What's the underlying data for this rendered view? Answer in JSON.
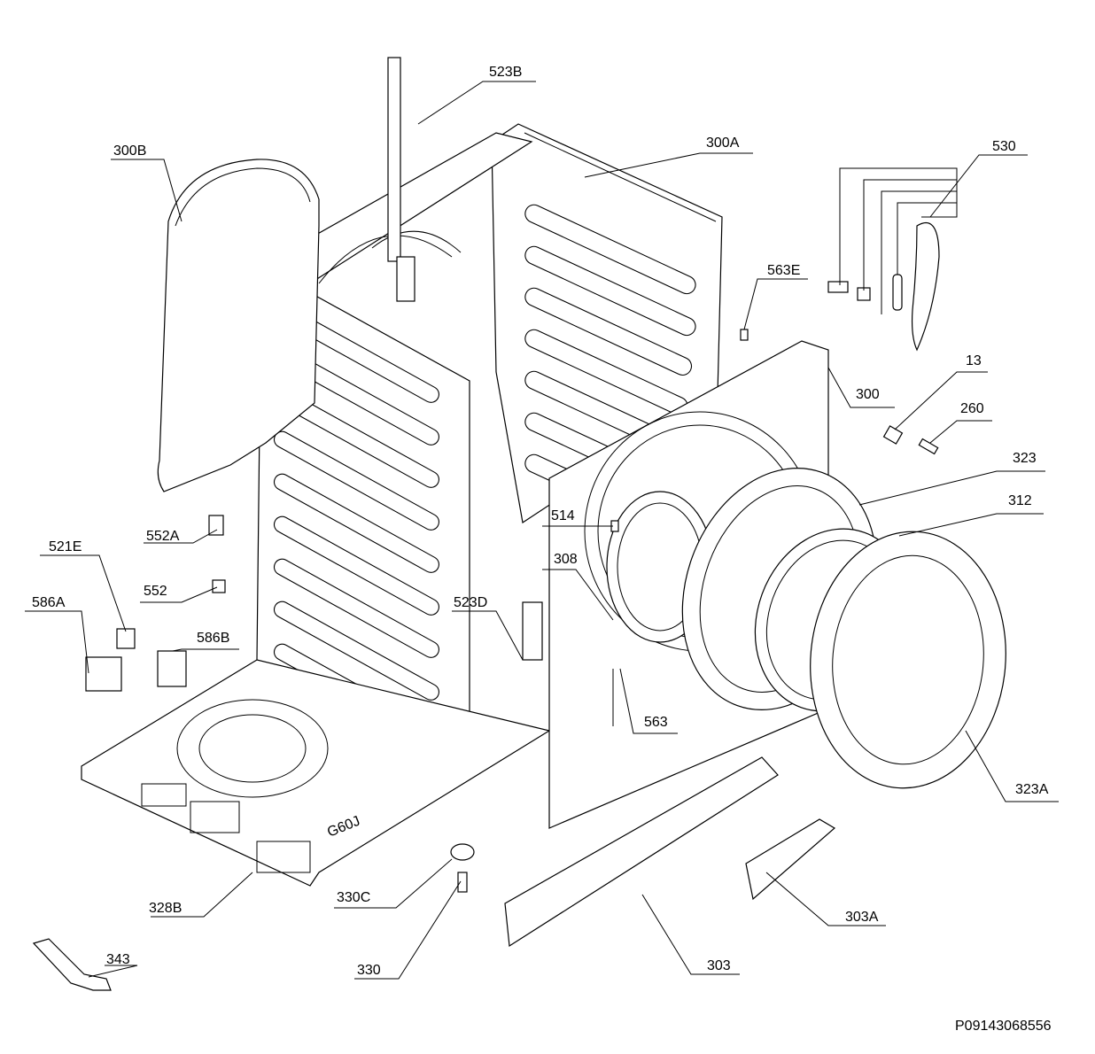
{
  "labels": {
    "l523B": "523B",
    "l300B": "300B",
    "l300A": "300A",
    "l530": "530",
    "l563E": "563E",
    "l13": "13",
    "l300": "300",
    "l260": "260",
    "l323": "323",
    "l312": "312",
    "l514": "514",
    "l552A": "552A",
    "l521E": "521E",
    "l552": "552",
    "l586A": "586A",
    "l586B": "586B",
    "l308": "308",
    "l523D": "523D",
    "l563": "563",
    "l323A": "323A",
    "l328B": "328B",
    "l330C": "330C",
    "l303A": "303A",
    "l303": "303",
    "l343": "343",
    "l330": "330"
  },
  "base_mark": "G60J",
  "reference": "P09143068556"
}
